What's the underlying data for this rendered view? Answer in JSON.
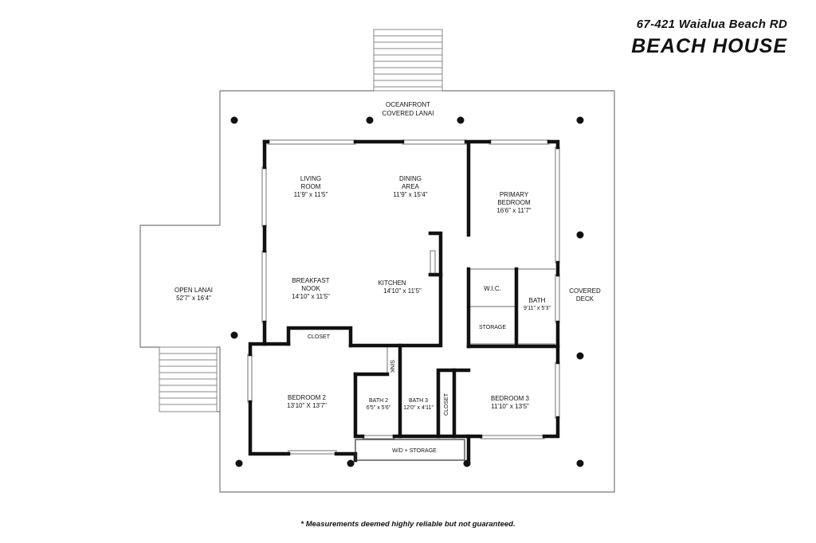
{
  "header": {
    "address": "67-421 Waialua Beach RD",
    "title": "BEACH HOUSE"
  },
  "rooms": {
    "oceanfront_lanai": {
      "name": "OCEANFRONT",
      "name2": "COVERED LANAI"
    },
    "living_room": {
      "name": "LIVING",
      "name2": "ROOM",
      "dims": "11'9\" x 11'5\""
    },
    "dining_area": {
      "name": "DINING",
      "name2": "AREA",
      "dims": "11'9\" x 15'4\""
    },
    "primary_bedroom": {
      "name": "PRIMARY",
      "name2": "BEDROOM",
      "dims": "16'6\" x 11'7\""
    },
    "breakfast_nook": {
      "name": "BREAKFAST",
      "name2": "NOOK",
      "dims": "14'10\" x 11'5\""
    },
    "kitchen": {
      "name": "KITCHEN",
      "dims": "14'10\" x 11'5\""
    },
    "open_lanai": {
      "name": "OPEN LANAI",
      "dims": "52'7\" x 16'4\""
    },
    "wic": {
      "name": "W.I.C."
    },
    "bath": {
      "name": "BATH",
      "dims": "9'11\" x 5'3\""
    },
    "storage": {
      "name": "STORAGE"
    },
    "covered_deck": {
      "name": "COVERED",
      "name2": "DECK"
    },
    "closet_top": {
      "name": "CLOSET"
    },
    "bedroom2": {
      "name": "BEDROOM 2",
      "dims": "13'10\" X 13'7\""
    },
    "bath2": {
      "name": "BATH 2",
      "dims": "6'5\" x 5'6\""
    },
    "bath3": {
      "name": "BATH 3",
      "dims": "12'0\" x 4'11\""
    },
    "sink": {
      "name": "SINK"
    },
    "closet_side": {
      "name": "CLOSET"
    },
    "bedroom3": {
      "name": "BEDROOM 3",
      "dims": "11'10\" x 13'5\""
    },
    "wd_storage": {
      "name": "W/D + STORAGE"
    }
  },
  "footer": {
    "disclaimer": "* Measurements deemed highly reliable but not guaranteed."
  }
}
